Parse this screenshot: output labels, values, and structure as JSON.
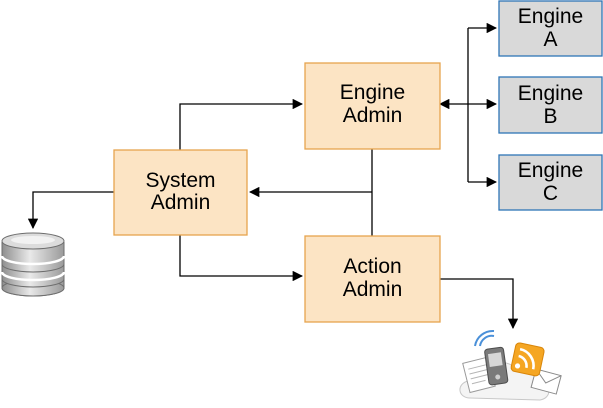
{
  "nodes": {
    "system_admin": [
      "System",
      "Admin"
    ],
    "engine_admin": [
      "Engine",
      "Admin"
    ],
    "action_admin": [
      "Action",
      "Admin"
    ],
    "engine_a": [
      "Engine",
      "A"
    ],
    "engine_b": [
      "Engine",
      "B"
    ],
    "engine_c": [
      "Engine",
      "C"
    ]
  },
  "icons": {
    "database": "database-icon",
    "notification": "notification-cloud-icon"
  },
  "colors": {
    "admin_fill": "#fce4c4",
    "admin_stroke": "#e6a44e",
    "engine_fill": "#d9d9d9",
    "engine_stroke": "#2e75b6",
    "line": "#000000"
  }
}
